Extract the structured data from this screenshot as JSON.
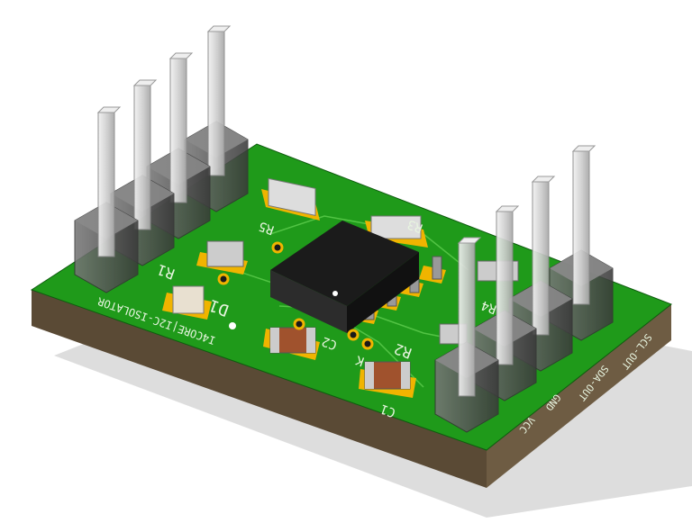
{
  "board": {
    "title_silkscreen": "I4CORE|I2C-ISOLATOR",
    "designators": {
      "r1": "R1",
      "d1": "D1",
      "r5": "R5",
      "r3": "R3",
      "r4": "R4",
      "r2": "R2",
      "c2": "C2",
      "c1": "C1",
      "k": "K"
    },
    "pin_labels": [
      "VCC",
      "GND",
      "SDA-OUT",
      "SCL-OUT"
    ],
    "colors": {
      "pcb": "#1f9a1a",
      "pads": "#f0b400",
      "substrate": "#5a4a35",
      "ic": "#1b1b1b",
      "header": "#555555"
    }
  }
}
